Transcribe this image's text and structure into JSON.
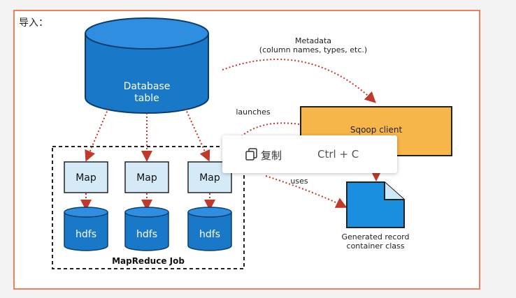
{
  "heading": "导入：",
  "diagram": {
    "metadata_line1": "Metadata",
    "metadata_line2": "(column names, types, etc.)",
    "database_line1": "Database",
    "database_line2": "table",
    "launches": "launches",
    "sqoop_client": "Sqoop client",
    "uses": "uses",
    "map_label": "Map",
    "hdfs_label": "hdfs",
    "mapreduce_job": "MapReduce Job",
    "record_line1": "Generated record",
    "record_line2": "container class"
  },
  "context_menu": {
    "copy_label": "复制",
    "copy_shortcut": "Ctrl + C"
  },
  "colors": {
    "frame_border": "#ef7f5f",
    "cylinder_blue": "#1a78c8",
    "map_box": "#d4eaf6",
    "sqoop_orange": "#f7b64a",
    "arrow_red": "#c0392b"
  }
}
